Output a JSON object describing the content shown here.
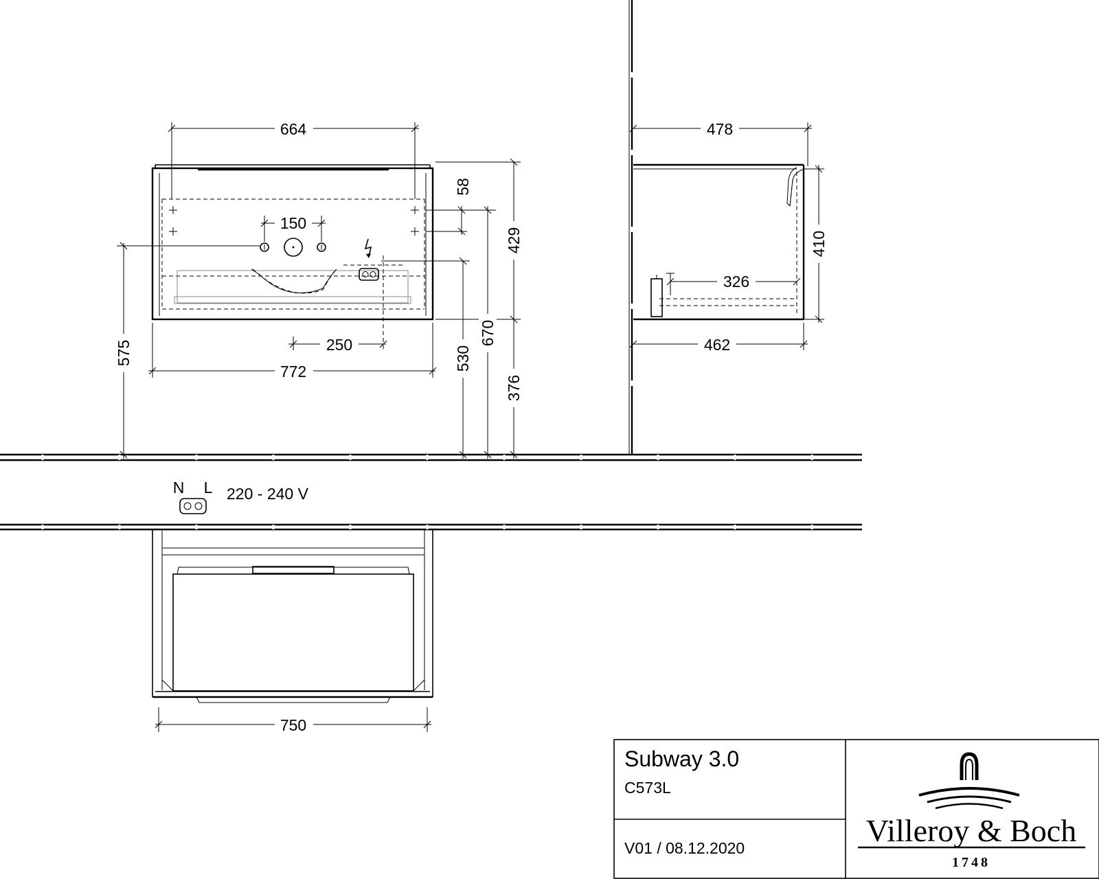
{
  "dimensions": {
    "front_top_width": "664",
    "hole_spacing": "150",
    "top_offset": "58",
    "cabinet_height": "429",
    "wall_bracket_height": "575",
    "socket_offset": "250",
    "overall_width": "772",
    "socket_height": "530",
    "mount_height": "670",
    "floor_clearance": "376",
    "side_depth_top": "478",
    "side_height": "410",
    "side_inner_depth": "326",
    "side_depth_bottom": "462",
    "plan_width": "750"
  },
  "socket": {
    "n_label": "N",
    "l_label": "L",
    "voltage": "220 - 240 V"
  },
  "title_block": {
    "product": "Subway 3.0",
    "code": "C573L",
    "version": "V01 / 08.12.2020",
    "brand": "Villeroy & Boch",
    "year": "1748"
  },
  "colors": {
    "ink": "#000000",
    "background": "#ffffff"
  }
}
